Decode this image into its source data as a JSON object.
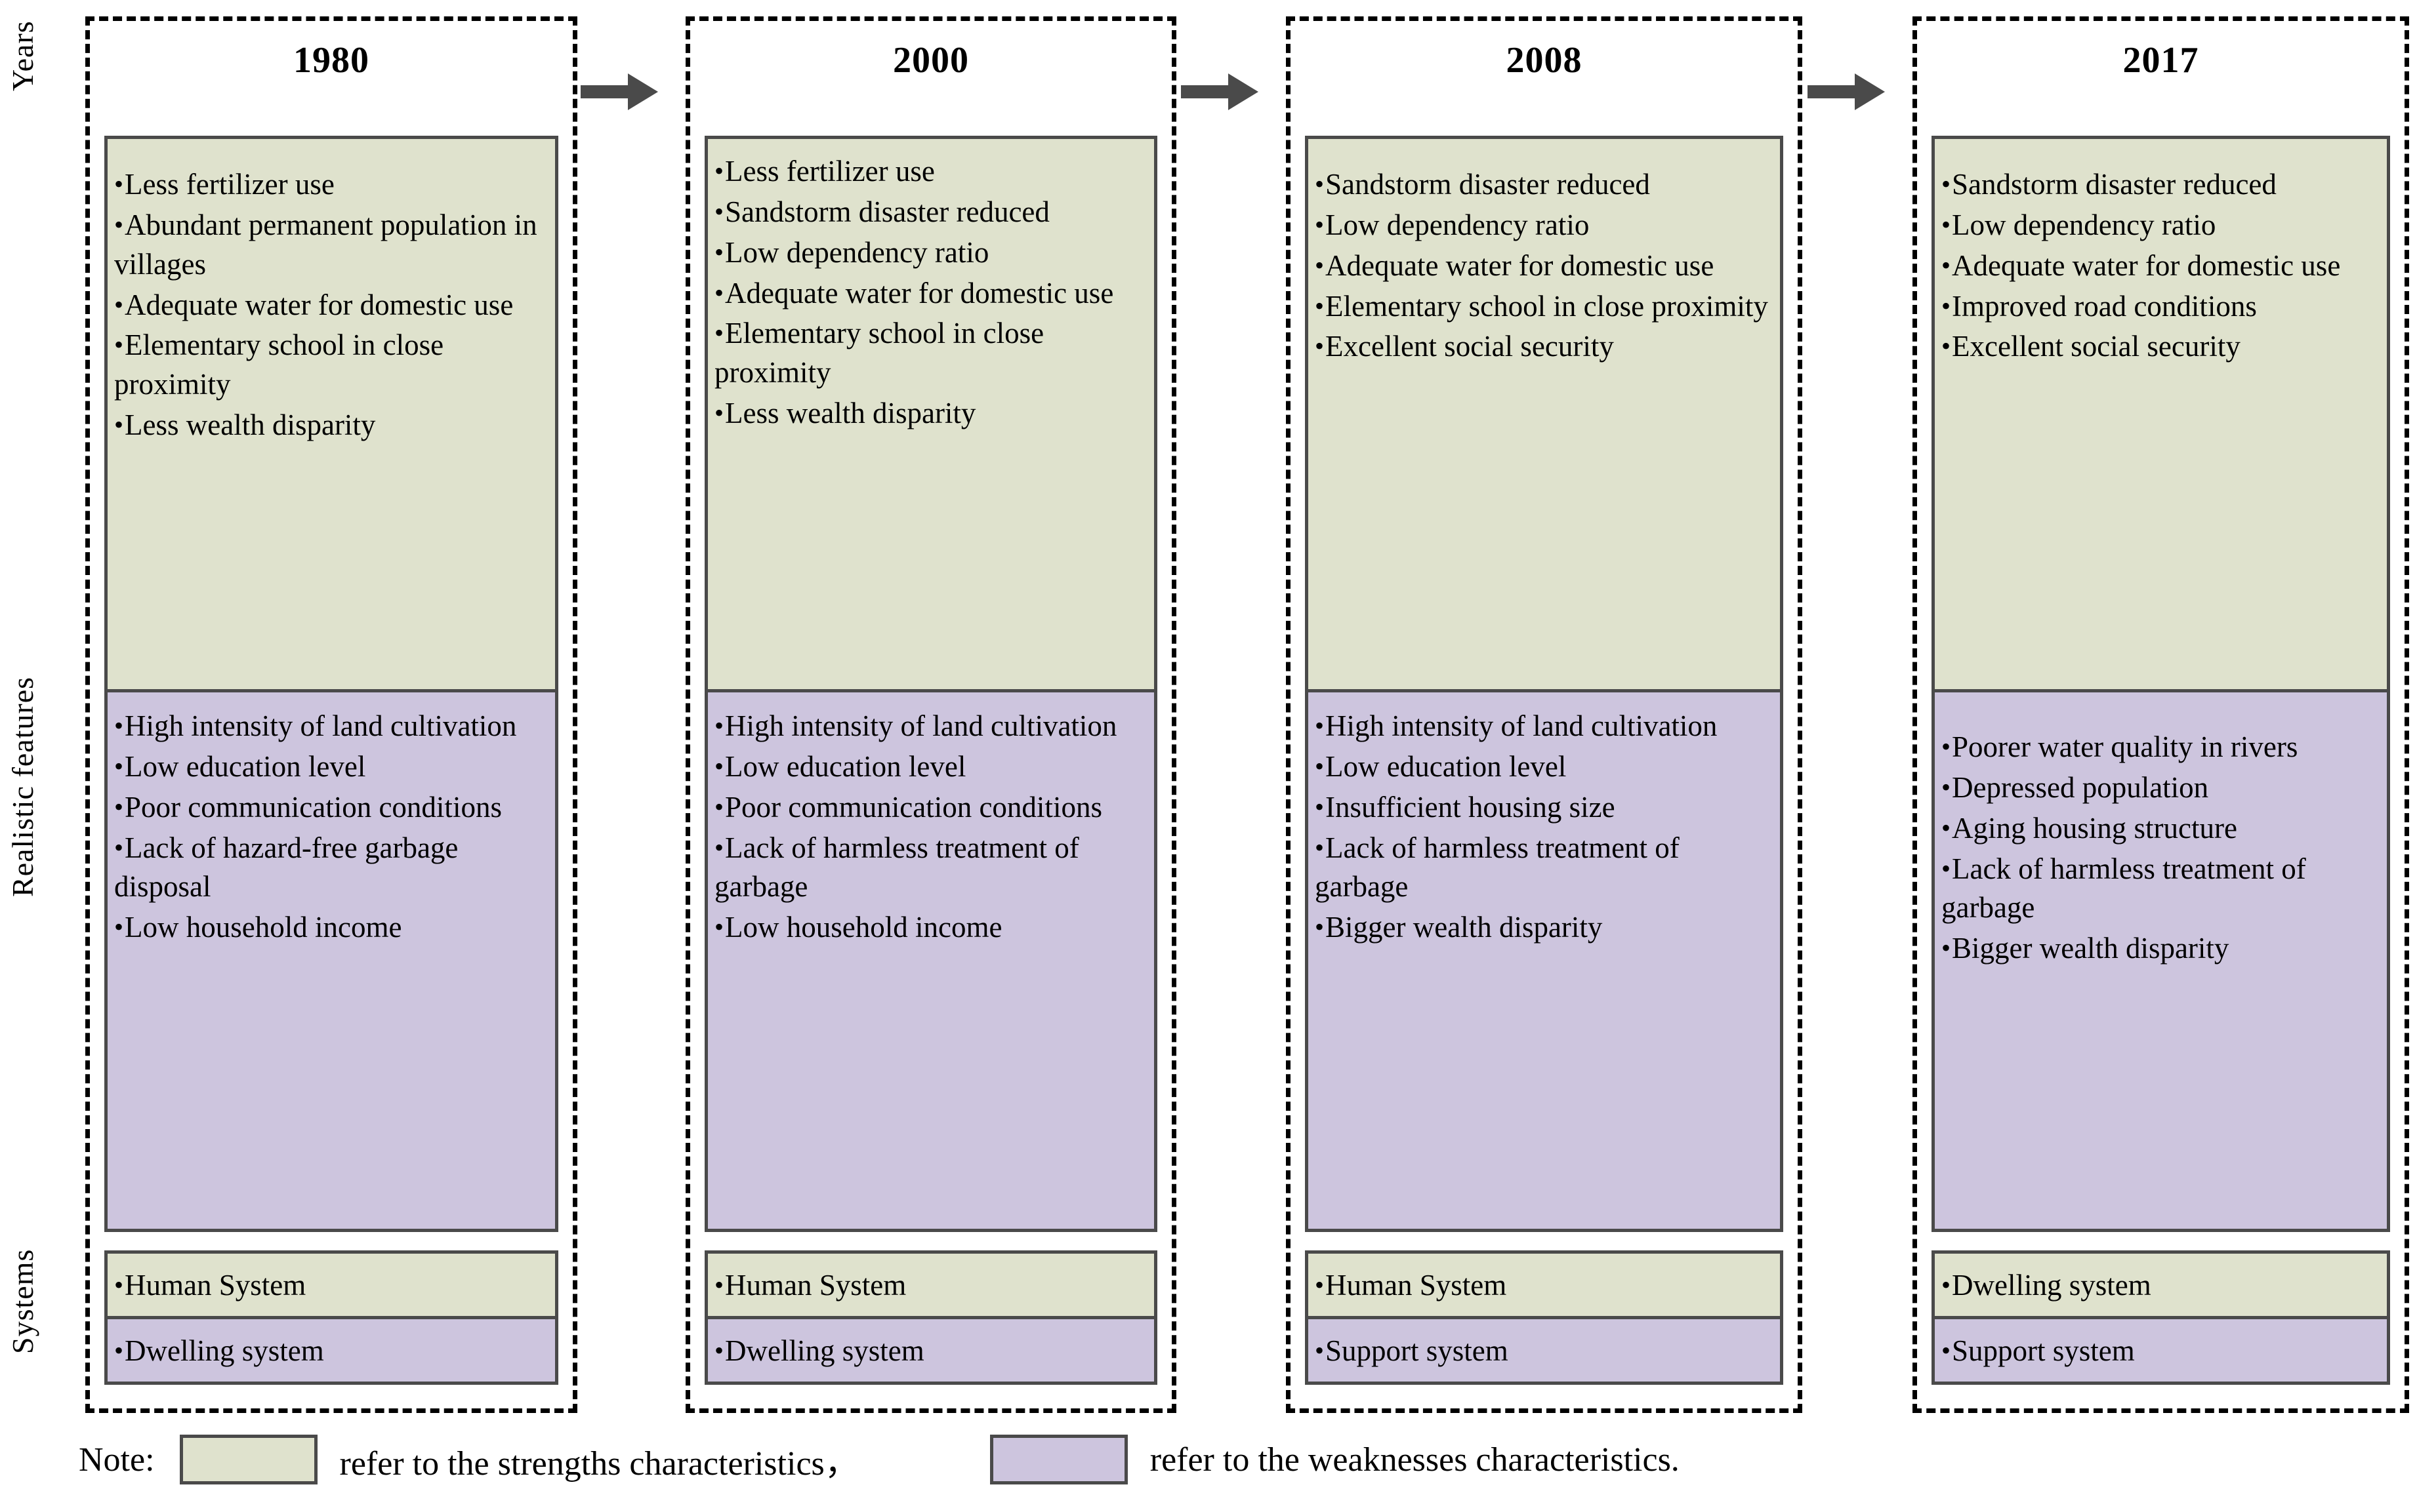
{
  "axis_labels": {
    "years": "Years",
    "realistic_features": "Realistic features",
    "systems": "Systems"
  },
  "colors": {
    "strength": "#dfe2cd",
    "weakness": "#cdc5de",
    "border": "#4a4a4a",
    "dashed_outline": "#000000"
  },
  "arrows": [
    {
      "name": "arrow-1980-to-2000"
    },
    {
      "name": "arrow-2000-to-2008"
    },
    {
      "name": "arrow-2008-to-2017"
    }
  ],
  "columns": [
    {
      "year": "1980",
      "strengths": [
        "Less fertilizer use",
        "Abundant permanent population in villages",
        "Adequate water for domestic use",
        "Elementary school in close proximity",
        "Less wealth disparity"
      ],
      "weaknesses": [
        "High intensity of land cultivation",
        "Low education level",
        "Poor communication conditions",
        "Lack of hazard-free garbage disposal",
        "Low household income"
      ],
      "systems": [
        {
          "label": "Human System",
          "type": "strength"
        },
        {
          "label": "Dwelling system",
          "type": "weakness"
        }
      ]
    },
    {
      "year": "2000",
      "strengths": [
        "Less fertilizer use",
        "Sandstorm disaster reduced",
        "Low dependency ratio",
        "Adequate water for domestic use",
        "Elementary school in close proximity",
        "Less wealth disparity"
      ],
      "weaknesses": [
        "High intensity of land cultivation",
        "Low education level",
        "Poor communication conditions",
        "Lack of harmless treatment of garbage",
        "Low household income"
      ],
      "systems": [
        {
          "label": "Human System",
          "type": "strength"
        },
        {
          "label": "Dwelling system",
          "type": "weakness"
        }
      ]
    },
    {
      "year": "2008",
      "strengths": [
        "Sandstorm disaster reduced",
        "Low dependency ratio",
        "Adequate water for domestic use",
        "Elementary school in close proximity",
        "Excellent social security"
      ],
      "weaknesses": [
        "High intensity of land cultivation",
        "Low education level",
        "Insufficient housing size",
        "Lack of harmless treatment of garbage",
        "Bigger wealth disparity"
      ],
      "systems": [
        {
          "label": "Human System",
          "type": "strength"
        },
        {
          "label": "Support system",
          "type": "weakness"
        }
      ]
    },
    {
      "year": "2017",
      "strengths": [
        "Sandstorm disaster reduced",
        "Low dependency ratio",
        "Adequate water for domestic use",
        "Improved road conditions",
        "Excellent social security"
      ],
      "weaknesses": [
        "Poorer water quality in rivers",
        "Depressed population",
        "Aging housing structure",
        "Lack of harmless treatment of garbage",
        "Bigger wealth disparity"
      ],
      "systems": [
        {
          "label": "Dwelling system",
          "type": "strength"
        },
        {
          "label": "Support system",
          "type": "weakness"
        }
      ]
    }
  ],
  "note": {
    "label": "Note:",
    "strength_text": "refer to the strengths characteristics，",
    "weakness_text": "refer to the weaknesses characteristics."
  }
}
